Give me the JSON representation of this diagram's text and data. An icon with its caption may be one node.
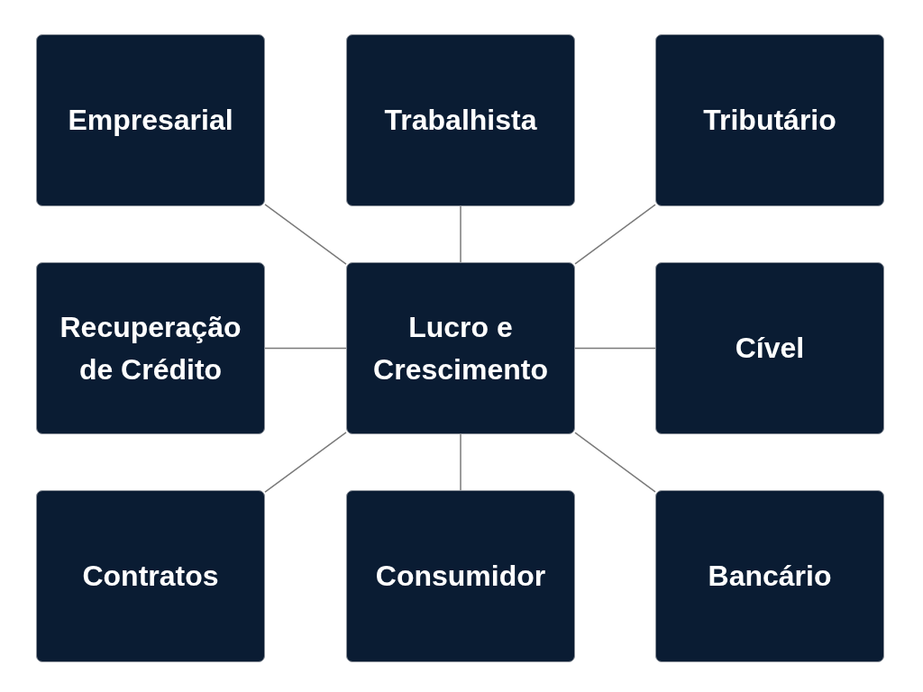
{
  "diagram": {
    "nodes": [
      {
        "text": [
          "Empresarial"
        ]
      },
      {
        "text": [
          "Trabalhista"
        ]
      },
      {
        "text": [
          "Tributário"
        ]
      },
      {
        "text": [
          "Recuperação de Crédito"
        ]
      },
      {
        "text": [
          "Lucro e Crescimento"
        ]
      },
      {
        "text": [
          "Cível"
        ]
      },
      {
        "text": [
          "Contratos"
        ]
      },
      {
        "text": [
          "Consumidor"
        ]
      },
      {
        "text": [
          "Bancário"
        ]
      }
    ],
    "edges": [
      {
        "from": 4,
        "to": 0,
        "arrow": "none"
      },
      {
        "from": 4,
        "to": 1,
        "arrow": "none"
      },
      {
        "from": 4,
        "to": 2,
        "arrow": "none"
      },
      {
        "from": 4,
        "to": 3,
        "arrow": "none"
      },
      {
        "from": 4,
        "to": 5,
        "arrow": "none"
      },
      {
        "from": 4,
        "to": 6,
        "arrow": "none"
      },
      {
        "from": 4,
        "to": 7,
        "arrow": "none"
      },
      {
        "from": 4,
        "to": 8,
        "arrow": "none"
      }
    ]
  }
}
